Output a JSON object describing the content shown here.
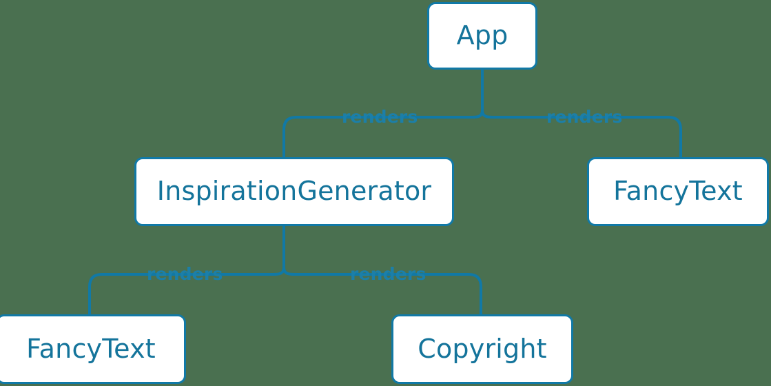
{
  "diagram": {
    "title": "React component render tree",
    "background_color": "#4a7050",
    "node_fill": "#ffffff",
    "node_border_color": "#1179a6",
    "text_color": "#14749b",
    "edge_color": "#1c7fa8",
    "nodes": [
      {
        "id": "app",
        "label": "App"
      },
      {
        "id": "inspiration-generator",
        "label": "InspirationGenerator"
      },
      {
        "id": "fancytext-right",
        "label": "FancyText"
      },
      {
        "id": "fancytext-bottom",
        "label": "FancyText"
      },
      {
        "id": "copyright",
        "label": "Copyright"
      }
    ],
    "edges": [
      {
        "from": "app",
        "to": "inspiration-generator",
        "label": "renders"
      },
      {
        "from": "app",
        "to": "fancytext-right",
        "label": "renders"
      },
      {
        "from": "inspiration-generator",
        "to": "fancytext-bottom",
        "label": "renders"
      },
      {
        "from": "inspiration-generator",
        "to": "copyright",
        "label": "renders"
      }
    ]
  }
}
